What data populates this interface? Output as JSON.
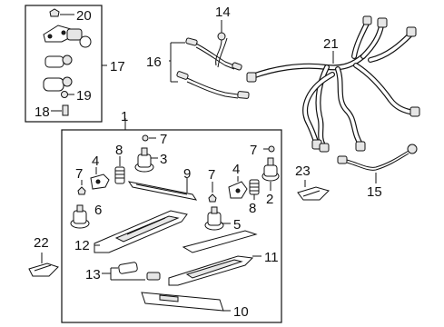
{
  "diagram": {
    "callouts": [
      {
        "id": "c1",
        "text": "1"
      },
      {
        "id": "c2",
        "text": "2"
      },
      {
        "id": "c3",
        "text": "3"
      },
      {
        "id": "c4a",
        "text": "4"
      },
      {
        "id": "c4b",
        "text": "4"
      },
      {
        "id": "c5",
        "text": "5"
      },
      {
        "id": "c6",
        "text": "6"
      },
      {
        "id": "c7a",
        "text": "7"
      },
      {
        "id": "c7b",
        "text": "7"
      },
      {
        "id": "c7c",
        "text": "7"
      },
      {
        "id": "c7d",
        "text": "7"
      },
      {
        "id": "c8a",
        "text": "8"
      },
      {
        "id": "c8b",
        "text": "8"
      },
      {
        "id": "c9",
        "text": "9"
      },
      {
        "id": "c10",
        "text": "10"
      },
      {
        "id": "c11",
        "text": "11"
      },
      {
        "id": "c12",
        "text": "12"
      },
      {
        "id": "c13",
        "text": "13"
      },
      {
        "id": "c14",
        "text": "14"
      },
      {
        "id": "c15",
        "text": "15"
      },
      {
        "id": "c16",
        "text": "16"
      },
      {
        "id": "c17",
        "text": "17"
      },
      {
        "id": "c18",
        "text": "18"
      },
      {
        "id": "c19",
        "text": "19"
      },
      {
        "id": "c20",
        "text": "20"
      },
      {
        "id": "c21",
        "text": "21"
      },
      {
        "id": "c22",
        "text": "22"
      },
      {
        "id": "c23",
        "text": "23"
      }
    ]
  }
}
